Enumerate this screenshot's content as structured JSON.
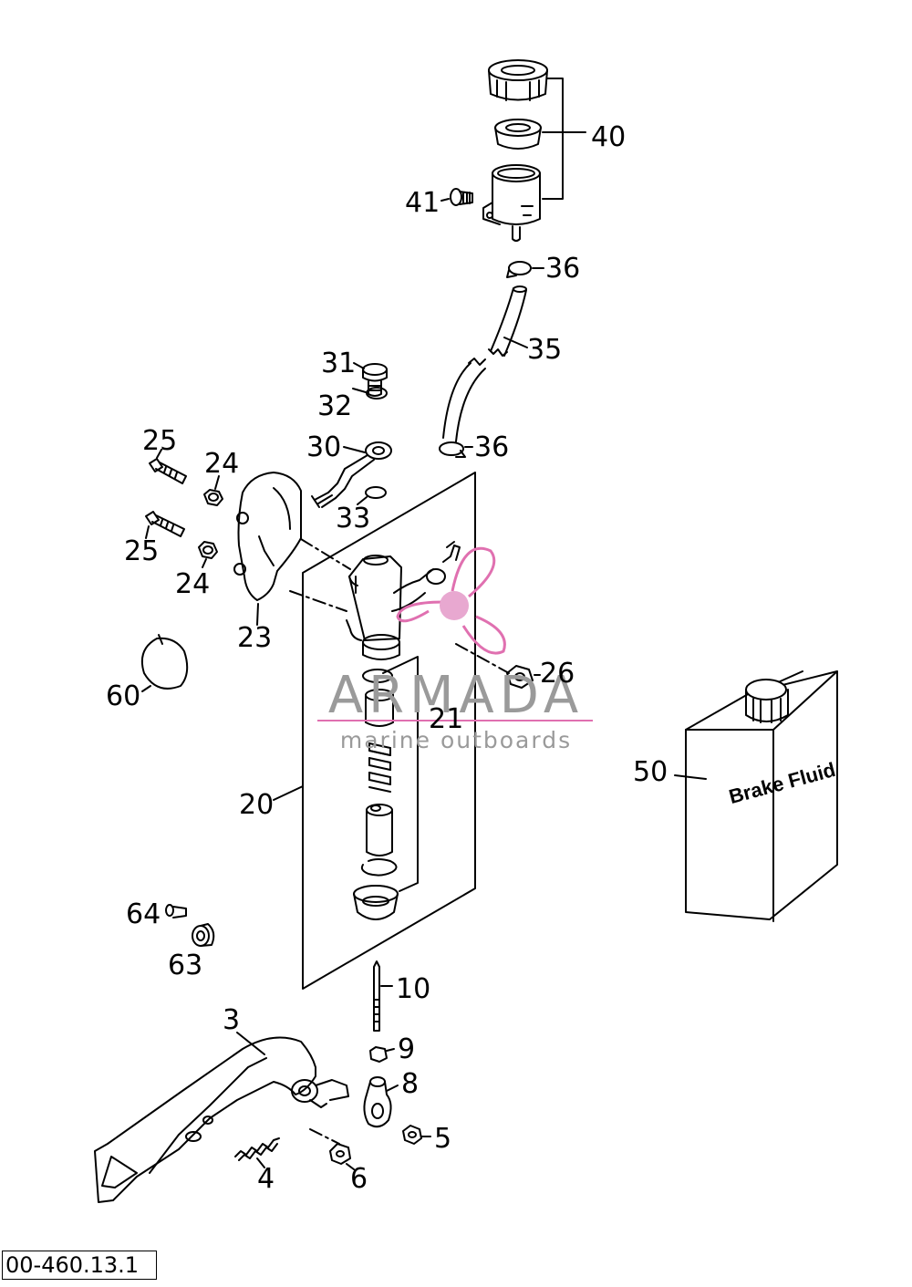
{
  "labels": {
    "p40": "40",
    "p41": "41",
    "p36a": "36",
    "p35": "35",
    "p31": "31",
    "p32": "32",
    "p30": "30",
    "p33": "33",
    "p36b": "36",
    "p25a": "25",
    "p24a": "24",
    "p25b": "25",
    "p24b": "24",
    "p23": "23",
    "p60": "60",
    "p26": "26",
    "p21": "21",
    "p20": "20",
    "p50": "50",
    "p64": "64",
    "p63": "63",
    "p10": "10",
    "p3": "3",
    "p9": "9",
    "p8": "8",
    "p5": "5",
    "p4": "4",
    "p6": "6"
  },
  "can_text": "Brake Fluid",
  "watermark": {
    "title": "ARMADA",
    "subtitle": "marine outboards"
  },
  "doc_code": "00-460.13.1",
  "colors": {
    "line": "#000000",
    "watermark_pink": "#e070b0",
    "watermark_gray": "#9a9a9a"
  }
}
